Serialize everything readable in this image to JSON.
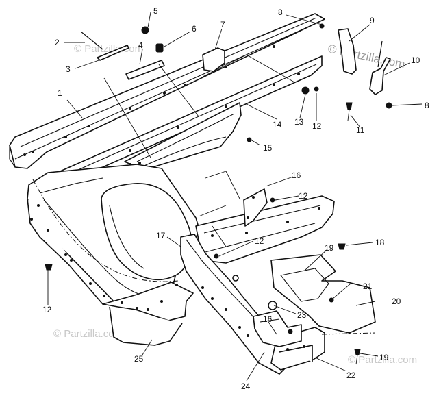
{
  "diagram": {
    "callouts": [
      "1",
      "2",
      "3",
      "4",
      "5",
      "6",
      "7",
      "8",
      "9",
      "10",
      "8",
      "11",
      "12",
      "13",
      "14",
      "15",
      "16",
      "12",
      "17",
      "12",
      "18",
      "19",
      "12",
      "21",
      "20",
      "23",
      "16",
      "25",
      "24",
      "22",
      "19"
    ],
    "watermarks": [
      "© Partzilla.com",
      "© Partzilla.com",
      "© Partzilla.com",
      "© Partzilla.com"
    ]
  }
}
